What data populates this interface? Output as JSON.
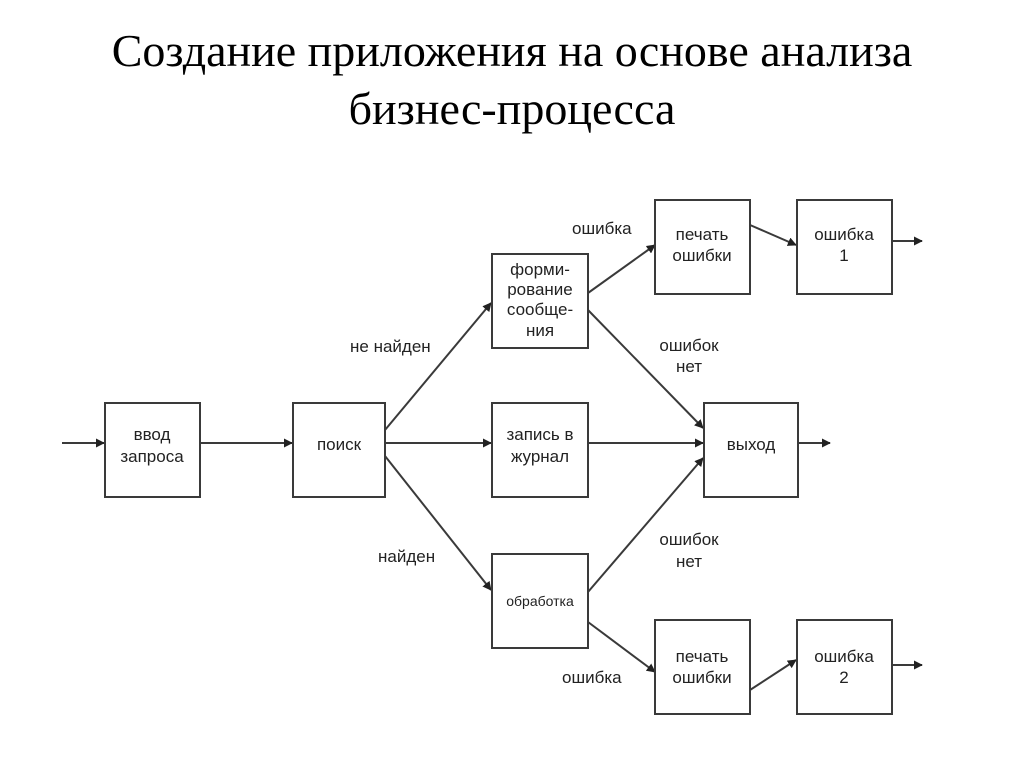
{
  "title": {
    "line1": "Создание приложения на основе анализа",
    "line2": "бизнес-процесса"
  },
  "diagram": {
    "nodes": {
      "vvod": [
        "ввод",
        "запроса"
      ],
      "poisk": [
        "поиск"
      ],
      "formirovanie": [
        "форми-",
        "рование",
        "сообще-",
        "ния"
      ],
      "zapis": [
        "запись в",
        "журнал"
      ],
      "obrabotka": [
        "обработка"
      ],
      "pechat1": [
        "печать",
        "ошибки"
      ],
      "oshibka1": [
        "ошибка",
        "1"
      ],
      "vyhod": [
        "выход"
      ],
      "pechat2": [
        "печать",
        "ошибки"
      ],
      "oshibka2": [
        "ошибка",
        "2"
      ]
    },
    "edge_labels": {
      "ne_naiden": "не найден",
      "naiden": "найден",
      "oshibka_top": "ошибка",
      "oshibka_bottom": "ошибка",
      "oshibok_net_top": [
        "ошибок",
        "нет"
      ],
      "oshibok_net_bottom": [
        "ошибок",
        "нет"
      ]
    }
  }
}
